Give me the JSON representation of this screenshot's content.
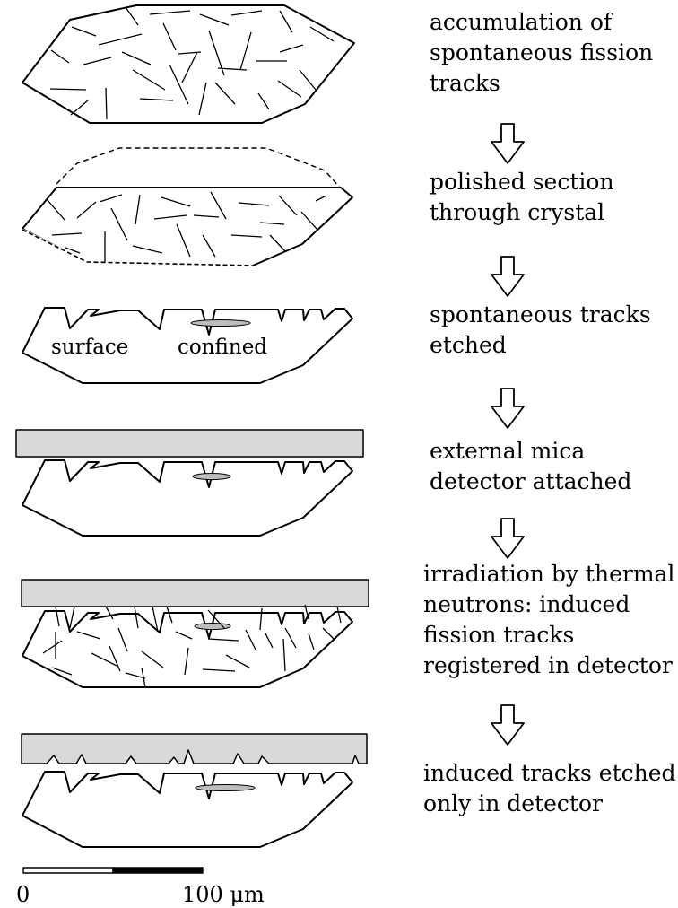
{
  "steps": [
    {
      "lines": [
        "accumulation of",
        "spontaneous fission",
        "tracks"
      ]
    },
    {
      "lines": [
        "polished section",
        "through crystal"
      ]
    },
    {
      "lines": [
        "spontaneous tracks",
        "etched"
      ]
    },
    {
      "lines": [
        "external mica",
        "detector attached"
      ]
    },
    {
      "lines": [
        "irradiation by thermal",
        "neutrons: induced",
        "fission tracks",
        "registered in detector"
      ]
    },
    {
      "lines": [
        "induced tracks etched",
        "only in detector"
      ]
    }
  ],
  "track_labels": {
    "surface": "surface",
    "confined": "confined"
  },
  "scale_bar": {
    "start_label": "0",
    "end_label": "100 μm"
  },
  "colors": {
    "detector_fill": "#d9d9d9",
    "ink": "#000000",
    "confined_track": "#bdbdbd"
  }
}
